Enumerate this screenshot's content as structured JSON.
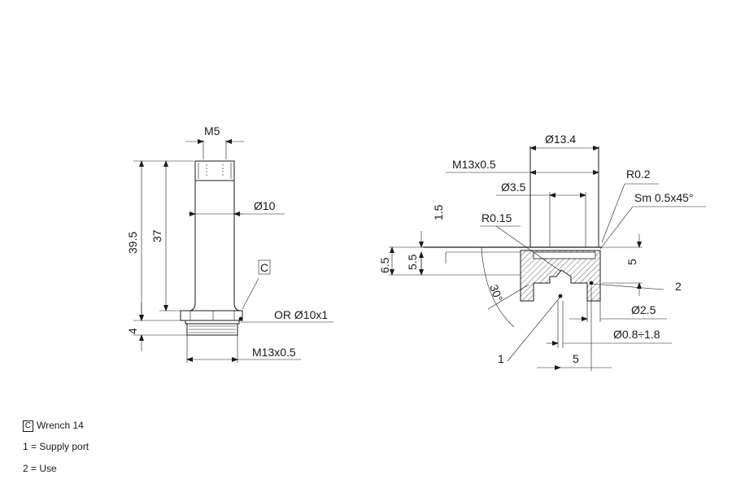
{
  "left_view": {
    "dim_thread_top": "M5",
    "dim_diameter": "Ø10",
    "dim_total_length": "39.5",
    "dim_body_length": "37",
    "dim_nut_height": "4",
    "dim_thread_bottom": "M13x0.5",
    "oring": "OR Ø10x1",
    "callout_c": "C"
  },
  "right_view": {
    "dim_outer_diameter": "Ø13.4",
    "dim_thread": "M13x0.5",
    "dim_bore": "Ø3.5",
    "dim_radius_top": "R0.2",
    "dim_chamfer": "Sm 0.5x45°",
    "dim_depth_small": "1.5",
    "dim_radius_inner": "R0.15",
    "dim_total_height": "6.5",
    "dim_height": "5.5",
    "dim_right_height": "5",
    "dim_angle": "30°",
    "callout_2": "2",
    "dim_port_diameter": "Ø2.5",
    "dim_hole_range": "Ø0.8÷1.8",
    "callout_1": "1",
    "dim_offset": "5"
  },
  "legend": {
    "c_box": "C",
    "c_text": "Wrench 14",
    "item1": "1 = Supply port",
    "item2": "2 = Use"
  }
}
